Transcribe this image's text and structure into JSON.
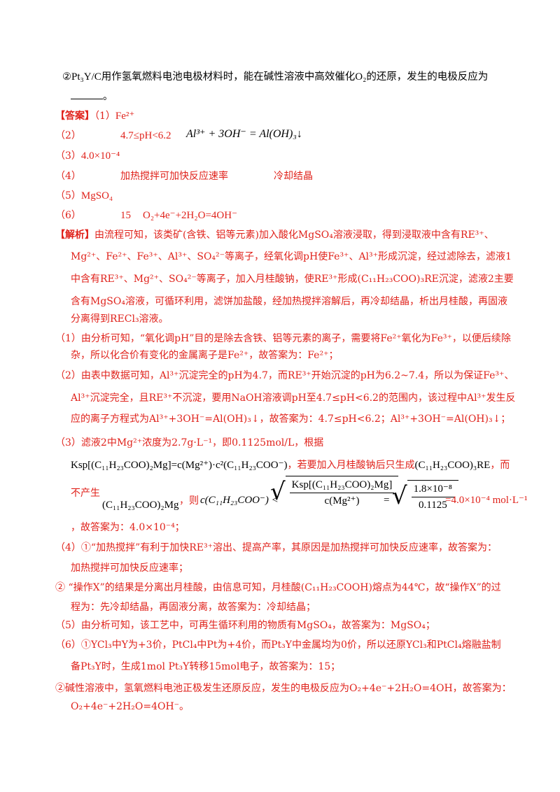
{
  "q2_2": {
    "circle": "②",
    "formula_pt3yc": "Pt₃Y/C",
    "text1": "用作氢氧燃料电池电极材料时，能在碱性溶液中高效催化",
    "formula_o2": "O₂",
    "text2": "的还原，发生的电极反应为",
    "end": "。"
  },
  "answer": {
    "label": "【答案】",
    "a1_num": "（1）",
    "a1": "Fe²⁺",
    "a2_num": "（2）",
    "a2_range": "4.7≤pH<6.2",
    "a2_eq": "Al³⁺ + 3OH⁻ = Al(OH)₃↓",
    "a3_num": "（3）",
    "a3": "4.0×10⁻⁴",
    "a4_num": "（4）",
    "a4_first": "加热搅拌可加快反应速率",
    "a4_second": "冷却结晶",
    "a5_num": "（5）",
    "a5": "MgSO₄",
    "a6_num": "（6）",
    "a6_first": "15",
    "a6_second": "O₂+4e⁻+2H₂O=4OH⁻"
  },
  "analysis": {
    "label": "【解析】",
    "intro_l1": "由流程可知，该类矿(含铁、铝等元素)加入酸化MgSO₄溶液浸取，得到浸取液中含有RE³⁺、",
    "intro_l2": "Mg²⁺、Fe²⁺、Fe³⁺、Al³⁺、SO₄²⁻等离子，经氧化调pH使Fe³⁺、Al³⁺形成沉淀，经过滤除去，滤液1",
    "intro_l3": "中含有RE³⁺、Mg²⁺、SO₄²⁻等离子，加入月桂酸钠，使RE³⁺形成(C₁₁H₂₃COO)₃RE沉淀，滤液2主要",
    "intro_l4": "含有MgSO₄溶液，可循环利用，滤饼加盐酸，经加热搅拌溶解后，再冷却结晶，析出月桂酸，再固液",
    "intro_l5": "分离得到RECl₃溶液。",
    "p1_l1": "（1）由分析可知，“氧化调pH”目的是除去含铁、铝等元素的离子，需要将Fe²⁺氧化为Fe³⁺，以便后续除",
    "p1_l2": "杂，所以化合价有变化的金属离子是Fe²⁺，故答案为：Fe²⁺；",
    "p2_l1": "（2）由表中数据可知，Al³⁺沉淀完全的pH为4.7，而RE³⁺开始沉淀的pH为6.2~7.4，所以为保证Fe³⁺、",
    "p2_l2": "Al³⁺沉淀完全，且RE³⁺不沉淀，要用NaOH溶液调pH至4.7≤pH<6.2的范围内，该过程中Al³⁺发生反",
    "p2_l3": "应的离子方程式为Al³⁺+3OH⁻=Al(OH)₃↓，故答案为：4.7≤pH<6.2；Al³⁺+3OH⁻=Al(OH)₃↓；",
    "p3_l1": "（3）滤液2中Mg²⁺浓度为2.7g·L⁻¹，即0.1125mol/L，根据",
    "p3_l2a": "Ksp[(C₁₁H₂₃COO)₂Mg]=c(Mg²⁺)·c²(C₁₁H₂₃COO⁻)",
    "p3_l2b": "，若要加入月桂酸钠后只生成",
    "p3_l2c": "(C₁₁H₂₃COO)₃RE",
    "p3_l2d": "，而",
    "p3_l3a": "不产生",
    "p3_l3b": "(C₁₁H₂₃COO)₂Mg",
    "p3_l3c": "，则",
    "p3_c_expr": "c(C₁₁H₂₃COO⁻) <",
    "p3_frac1_num": "Ksp[(C₁₁H₂₃COO)₂Mg]",
    "p3_frac1_den": "c(Mg²⁺)",
    "p3_eq": "=",
    "p3_frac2_num": "1.8×10⁻⁸",
    "p3_frac2_den": "0.1125",
    "p3_result": "=4.0×10⁻⁴ mol·L⁻¹",
    "p3_l4": "，故答案为：4.0×10⁻⁴；",
    "p4_l1": "（4）①“加热搅拌”有利于加快RE³⁺溶出、提高产率，其原因是加热搅拌可加快反应速率，故答案为：",
    "p4_l2": "加热搅拌可加快反应速率；",
    "p4_l3": "②  “操作X”的结果是分离出月桂酸，由信息可知，月桂酸(C₁₁H₂₃COOH)熔点为44℃，故“操作X”的过",
    "p4_l4": "程为：先冷却结晶，再固液分离，故答案为：冷却结晶；",
    "p5": "（5）由分析可知，该工艺中，可再生循环利用的物质有MgSO₄，故答案为：MgSO₄；",
    "p6_l1": "（6）①YCl₃中Y为+3价，PtCl₄中Pt为+4价，而Pt₃Y中金属均为0价，所以还原YCl₃和PtCl₄熔融盐制",
    "p6_l2": "备Pt₃Y时，生成1mol Pt₃Y转移15mol电子，故答案为：15；",
    "p6_l3": "②碱性溶液中，氢氧燃料电池正极发生还原反应，发生的电极反应为O₂+4e⁻+2H₂O=4OH，故答案为：",
    "p6_l4": "O₂+4e⁻+2H₂O=4OH⁻。"
  }
}
